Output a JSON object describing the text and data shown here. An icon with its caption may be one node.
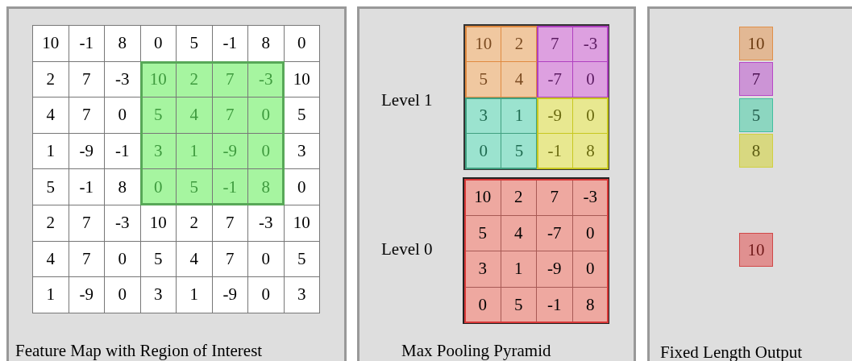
{
  "diagram": {
    "nodes": [
      {
        "text": [
          "Feature Map with Region of Interest"
        ]
      },
      {
        "text": [
          "Max Pooling Pyramid"
        ]
      },
      {
        "text": [
          "Fixed Length Output"
        ]
      },
      {
        "text": [
          "10"
        ],
        "in": 2
      },
      {
        "text": [
          "7"
        ],
        "in": 2
      },
      {
        "text": [
          "5"
        ],
        "in": 2
      },
      {
        "text": [
          "8"
        ],
        "in": 2
      },
      {
        "text": [
          "10"
        ],
        "in": 2
      }
    ],
    "labels": [
      "10",
      "-1",
      "8",
      "0",
      "5",
      "-1",
      "8",
      "0",
      "2",
      "7",
      "-3",
      "10",
      "2",
      "7",
      "-3",
      "10",
      "4",
      "7",
      "0",
      "5",
      "4",
      "7",
      "0",
      "5",
      "1",
      "-9",
      "-1",
      "3",
      "1",
      "-9",
      "0",
      "3",
      "5",
      "-1",
      "8",
      "0",
      "5",
      "-1",
      "8",
      "0",
      "2",
      "7",
      "-3",
      "10",
      "2",
      "7",
      "-3",
      "10",
      "4",
      "7",
      "0",
      "5",
      "4",
      "7",
      "0",
      "5",
      "1",
      "-9",
      "0",
      "3",
      "1",
      "-9",
      "0",
      "3",
      "Level 1",
      "10",
      "2",
      "7",
      "-3",
      "5",
      "4",
      "-7",
      "0",
      "3",
      "1",
      "-9",
      "0",
      "0",
      "5",
      "-1",
      "8",
      "Level 0",
      "10",
      "2",
      "7",
      "-3",
      "5",
      "4",
      "-7",
      "0",
      "3",
      "1",
      "-9",
      "0",
      "0",
      "5",
      "-1",
      "8"
    ]
  }
}
